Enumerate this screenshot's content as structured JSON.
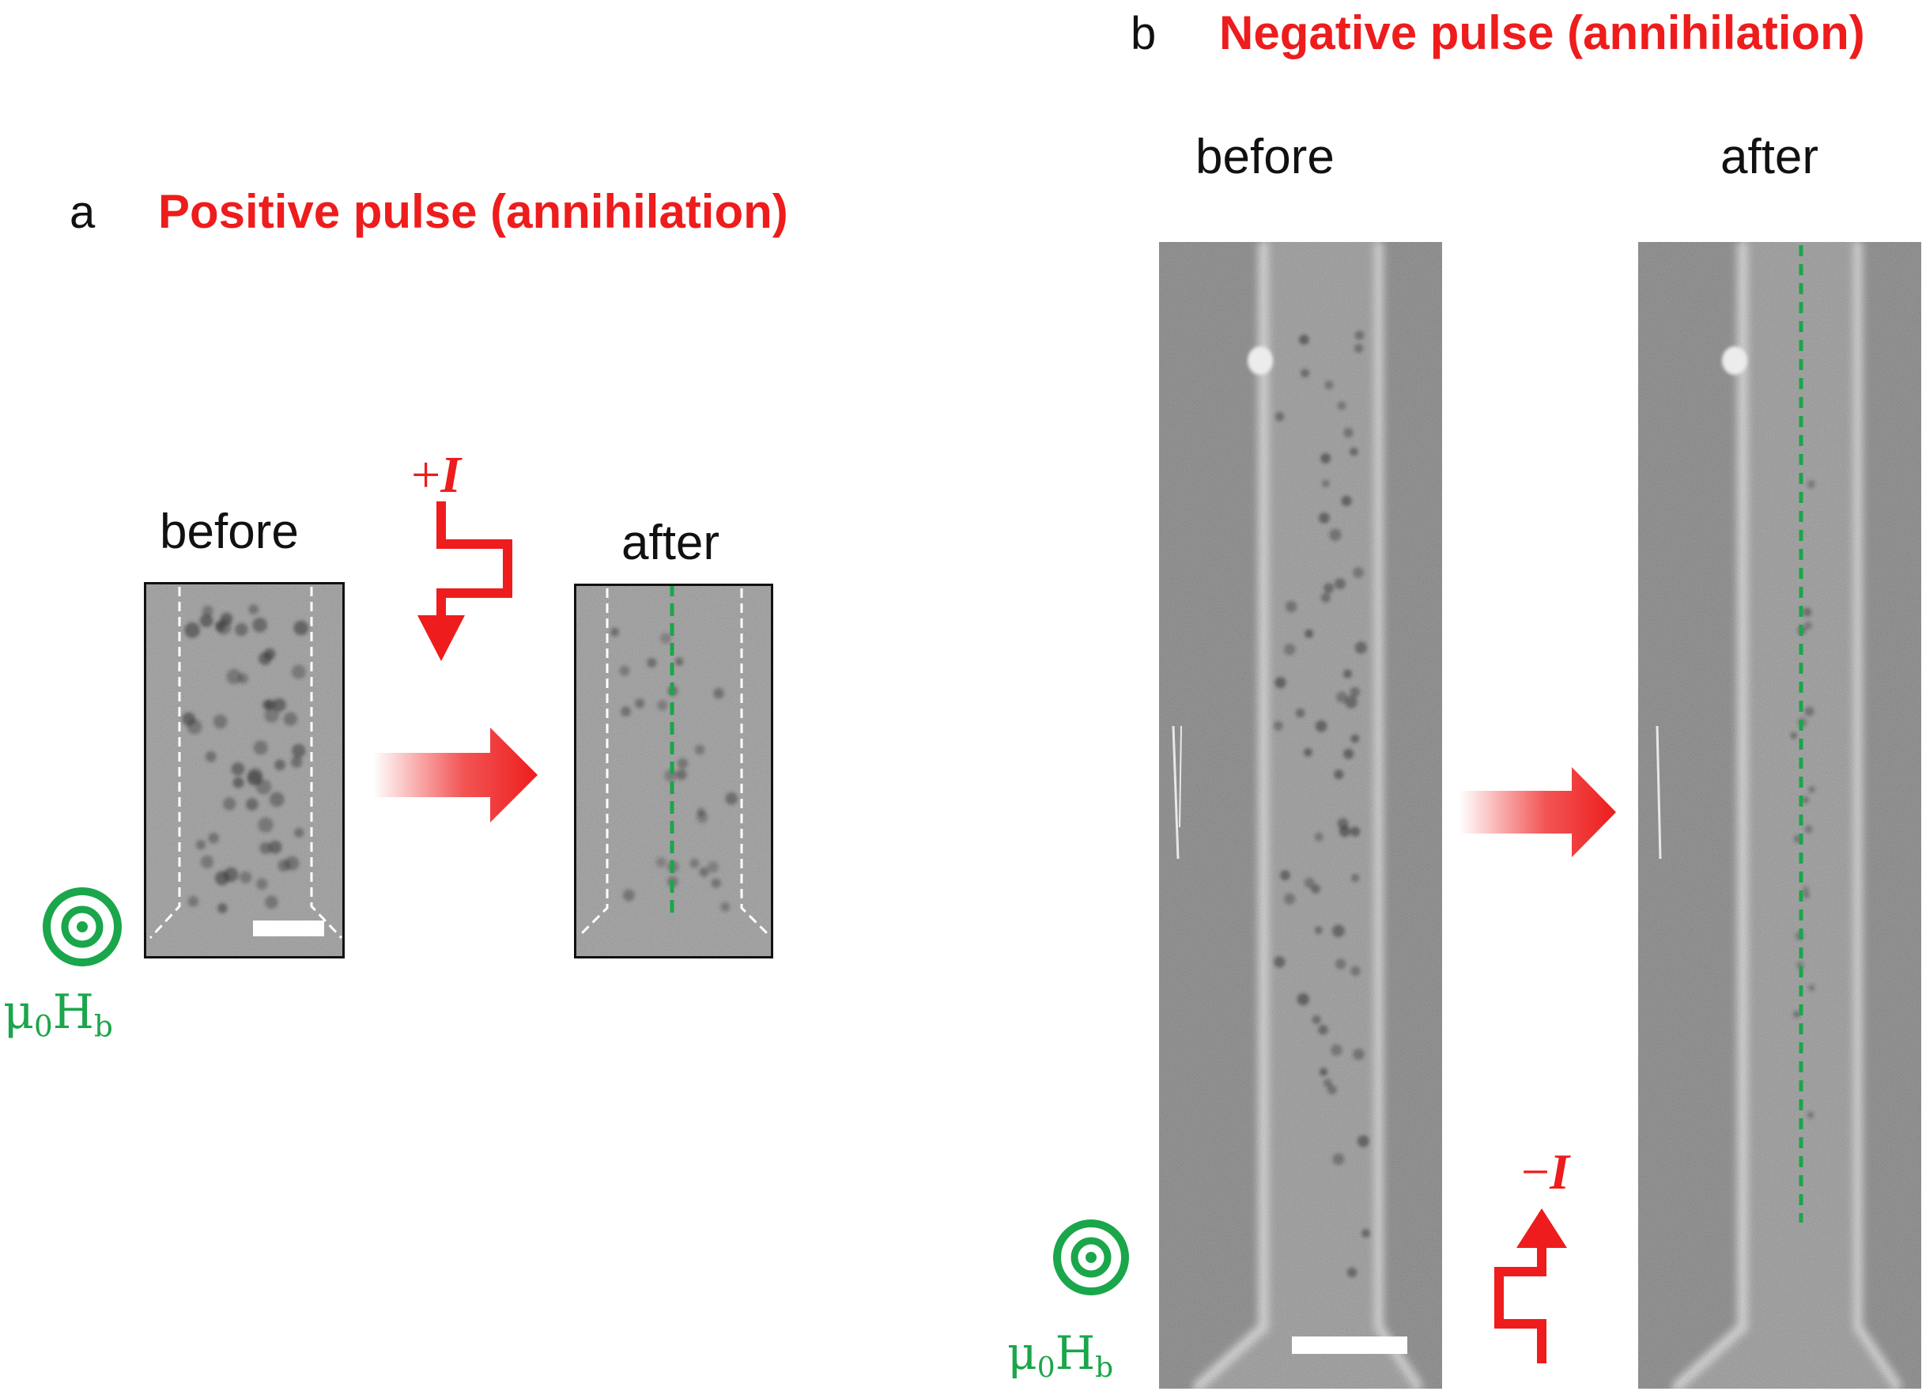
{
  "panel_a": {
    "letter": "a",
    "title": "Positive pulse (annihilation)",
    "before_label": "before",
    "after_label": "after",
    "current_sign": "+",
    "current_symbol": "I",
    "field_mu": "μ",
    "field_sub1": "0",
    "field_H": "H",
    "field_sub2": "b"
  },
  "panel_b": {
    "letter": "b",
    "title": "Negative pulse (annihilation)",
    "before_label": "before",
    "after_label": "after",
    "current_sign": "−",
    "current_symbol": "I",
    "field_mu": "μ",
    "field_sub1": "0",
    "field_H": "H",
    "field_sub2": "b"
  },
  "colors": {
    "title_red": "#ee1c1c",
    "field_green": "#1aa64a",
    "guide_green": "#1aa64a",
    "arrow_red": "#ee1c1c"
  },
  "icons": {
    "field": "out-of-plane-field-target-icon",
    "pulse": "current-pulse-arrow-icon",
    "transition": "gradient-right-arrow-icon"
  }
}
